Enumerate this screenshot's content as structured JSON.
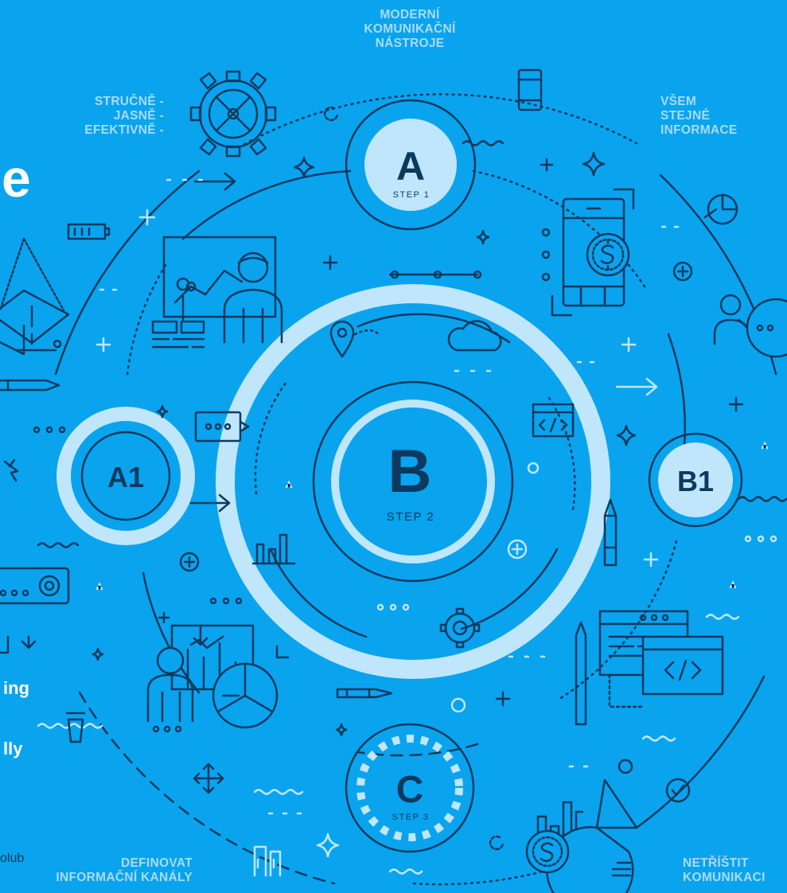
{
  "labels": {
    "top": [
      "MODERNÍ",
      "KOMUNIKAČNÍ",
      "NÁSTROJE"
    ],
    "top_left": [
      "STRUČNĚ -",
      "JASNĚ -",
      "EFEKTIVNĚ -"
    ],
    "top_right": [
      "VŠEM",
      "STEJNÉ",
      "INFORMACE"
    ],
    "bottom_left": [
      "DEFINOVAT",
      "INFORMAČNÍ KANÁLY"
    ],
    "bottom_right": [
      "NETŘÍŠTIT",
      "KOMUNIKACI"
    ]
  },
  "steps": {
    "a": {
      "letter": "A",
      "caption": "STEP 1"
    },
    "a1": {
      "letter": "A1"
    },
    "b": {
      "letter": "B",
      "caption": "STEP 2"
    },
    "b1": {
      "letter": "B1"
    },
    "c": {
      "letter": "C",
      "caption": "STEP 3"
    }
  },
  "cut_text": {
    "heading_fragment": "e",
    "line1": "ing",
    "line2": "lly",
    "footer": "olub"
  },
  "colors": {
    "background": "#0aa3ee",
    "line": "#0c3a5f",
    "light": "#bfe6fb",
    "label": "#a9dcf7"
  }
}
